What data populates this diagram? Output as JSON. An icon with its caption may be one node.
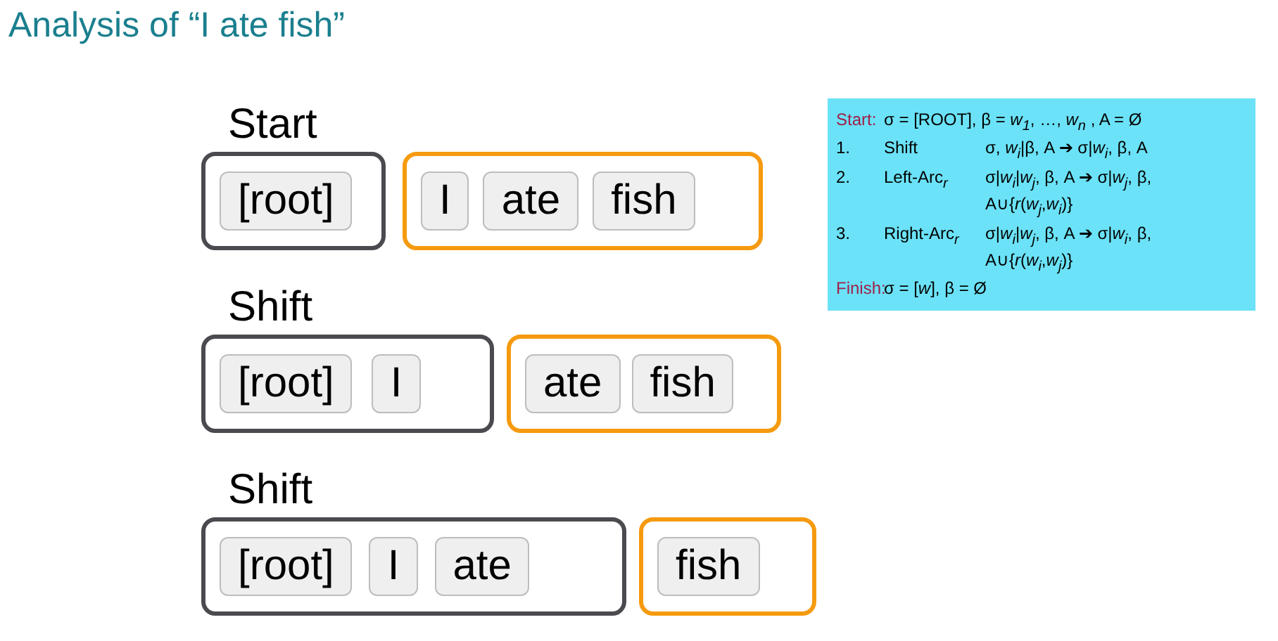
{
  "diagram": {
    "title": "Analysis of “I ate fish”",
    "nodes": [
      {
        "text": [],
        "shape": "box"
      },
      {
        "text": [
          "[root]"
        ],
        "in": 0
      },
      {
        "text": [],
        "shape": "box"
      },
      {
        "text": [
          "I"
        ],
        "in": 2
      },
      {
        "text": [
          "ate"
        ],
        "in": 2
      },
      {
        "text": [
          "fish"
        ],
        "in": 2
      },
      {
        "text": [],
        "shape": "box"
      },
      {
        "text": [
          "[root]"
        ],
        "in": 6
      },
      {
        "text": [
          "I"
        ],
        "in": 6
      },
      {
        "text": [],
        "shape": "box"
      },
      {
        "text": [
          "ate"
        ],
        "in": 9
      },
      {
        "text": [
          "fish"
        ],
        "in": 9
      },
      {
        "text": [],
        "shape": "box"
      },
      {
        "text": [
          "[root]"
        ],
        "in": 12
      },
      {
        "text": [
          "I"
        ],
        "in": 12
      },
      {
        "text": [
          "ate"
        ],
        "in": 12
      },
      {
        "text": [],
        "shape": "box"
      },
      {
        "text": [
          "fish"
        ],
        "in": 16
      },
      {
        "text": [
          "Start:",
          "σ = [ROOT], β = *w*$_{1}$, …, *w*$_{n}$ , A = Ø",
          "1.",
          "Shift",
          "σ, *w*$_{i}$|β, A ➔ σ|*w*$_{i}$, β, A",
          "2.",
          "Left-Arc$_{r}$",
          "σ|*w*$_{i}$|*w*$_{j}$, β, A ➔ σ|*w*$_{j}$, β, A∪{*r*(*w*$_{j}$,*w*$_{i}$)}",
          "3.",
          "Right-Arc$_{r}$",
          "σ|*w*$_{i}$|*w*$_{j}$, β, A ➔ σ|*w*$_{i}$, β, A∪{*r*(*w*$_{i}$,*w*$_{j}$)}",
          "Finish:",
          "σ = [*w*], β = Ø"
        ]
      }
    ],
    "edges": [],
    "labels": [
      "Start",
      "Shift",
      "Shift"
    ]
  }
}
